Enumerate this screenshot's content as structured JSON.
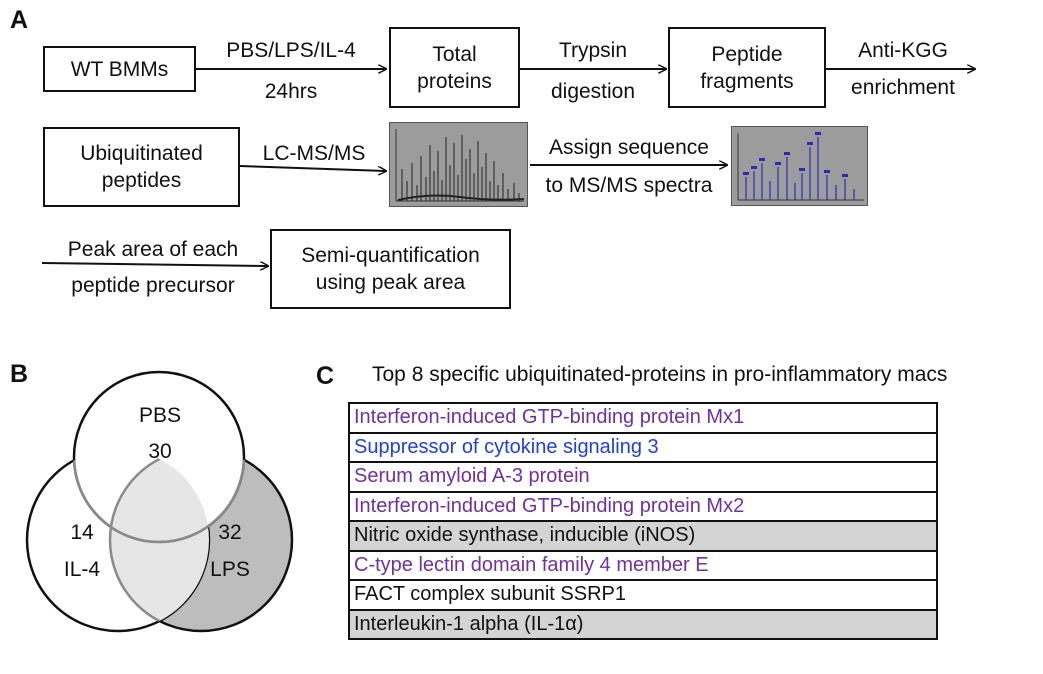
{
  "panel_a": {
    "letter": "A",
    "wt_bmms": "WT BMMs",
    "treat_label": "PBS/LPS/IL-4",
    "treat_time": "24hrs",
    "total_proteins_1": "Total",
    "total_proteins_2": "proteins",
    "trypsin_1": "Trypsin",
    "trypsin_2": "digestion",
    "peptide_fragments_1": "Peptide",
    "peptide_fragments_2": "fragments",
    "antikgg_1": "Anti-KGG",
    "antikgg_2": "enrichment",
    "ub_peptides_1": "Ubiquitinated",
    "ub_peptides_2": "peptides",
    "lcms": "LC-MS/MS",
    "assign_1": "Assign sequence",
    "assign_2": "to MS/MS spectra",
    "peak_area_1": "Peak area of each",
    "peak_area_2": "peptide precursor",
    "semiquant_1": "Semi-quantification",
    "semiquant_2": "using peak area"
  },
  "panel_b": {
    "letter": "B",
    "pbs_label": "PBS",
    "pbs_count": "30",
    "il4_count": "14",
    "il4_label": "IL-4",
    "lps_count": "32",
    "lps_label": "LPS"
  },
  "panel_c": {
    "letter": "C",
    "title": "Top 8 specific ubiquitinated-proteins in pro-inflammatory macs",
    "rows": [
      {
        "text": "Interferon-induced GTP-binding protein Mx1",
        "color": "#7030a0",
        "bg": "#ffffff"
      },
      {
        "text": "Suppressor of cytokine signaling 3",
        "color": "#1f3fe0",
        "bg": "#ffffff"
      },
      {
        "text": "Serum amyloid A-3 protein",
        "color": "#7030a0",
        "bg": "#ffffff"
      },
      {
        "text": "Interferon-induced GTP-binding protein Mx2",
        "color": "#7030a0",
        "bg": "#ffffff"
      },
      {
        "text": "Nitric oxide synthase, inducible (iNOS)",
        "color": "#111111",
        "bg": "#d4d4d4"
      },
      {
        "text": "C-type lectin domain family 4 member E",
        "color": "#7030a0",
        "bg": "#ffffff"
      },
      {
        "text": "FACT complex subunit SSRP1",
        "color": "#111111",
        "bg": "#ffffff"
      },
      {
        "text": "Interleukin-1 alpha (IL-1α)",
        "color": "#111111",
        "bg": "#d4d4d4"
      }
    ]
  },
  "colors": {
    "venn_lps_fill": "#bdbdbd",
    "venn_overlap_fill": "#e6e6e6",
    "spectrum_bg": "#9c9c9c"
  }
}
